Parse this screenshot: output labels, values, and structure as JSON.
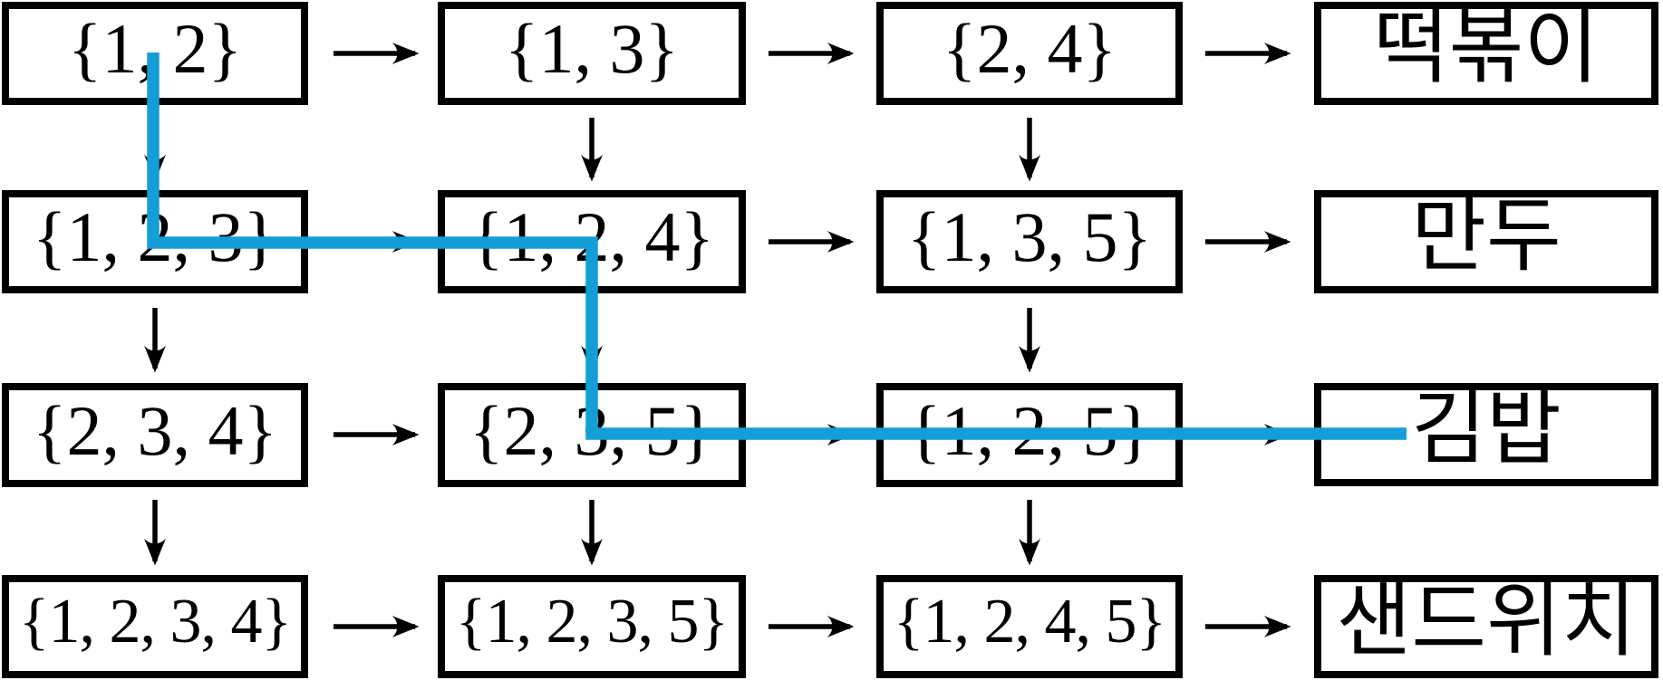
{
  "diagram": {
    "type": "flow-diagram",
    "colors": {
      "background": "#ffffff",
      "node_border": "#000000",
      "text": "#000000",
      "arrow": "#000000",
      "highlight": "#149ed8"
    },
    "grid": {
      "rows": [
        {
          "cells": [
            "{1, 2}",
            "{1, 3}",
            "{2, 4}",
            "떡볶이"
          ]
        },
        {
          "cells": [
            "{1, 2, 3}",
            "{1, 2, 4}",
            "{1, 3, 5}",
            "만두"
          ]
        },
        {
          "cells": [
            "{2, 3, 4}",
            "{2, 3, 5}",
            "{1, 2, 5}",
            "김밥"
          ]
        },
        {
          "cells": [
            "{1, 2, 3, 4}",
            "{1, 2, 3, 5}",
            "{1, 2, 4, 5}",
            "샌드위치"
          ]
        }
      ]
    },
    "connections": {
      "horizontal": "each row: column 1 → column 2 → column 3 → column 4",
      "vertical": "columns 1–3: row 1 → row 2 → row 3 → row 4"
    },
    "highlight_path": {
      "color": "#149ed8",
      "nodes": [
        "{1, 2}",
        "{1, 2, 3}",
        "{1, 2, 4}",
        "{2, 3, 5}",
        "{1, 2, 5}",
        "김밥"
      ]
    }
  }
}
